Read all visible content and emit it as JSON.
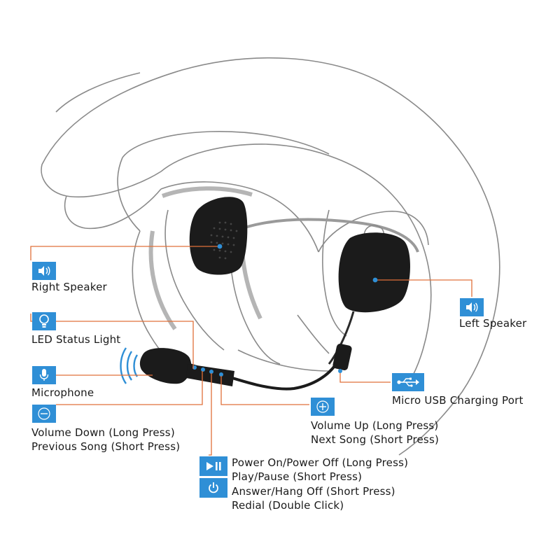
{
  "labels": {
    "right_speaker": "Right Speaker",
    "left_speaker": "Left Speaker",
    "led_status_light": "LED Status Light",
    "microphone": "Microphone",
    "micro_usb": "Micro USB Charging Port",
    "volume_down_line1": "Volume Down (Long Press)",
    "volume_down_line2": "Previous Song (Short Press)",
    "volume_up_line1": "Volume Up (Long Press)",
    "volume_up_line2": "Next Song (Short Press)",
    "power_line1": "Power On/Power Off (Long Press)",
    "power_line2": "Play/Pause (Short Press)",
    "power_line3": "Answer/Hang Off (Short Press)",
    "power_line4": "Redial (Double Click)"
  },
  "icons": {
    "right_speaker": "speaker-icon",
    "left_speaker": "speaker-icon",
    "led": "lightbulb-icon",
    "microphone": "microphone-icon",
    "usb": "usb-icon",
    "volume_down": "minus-icon",
    "volume_up": "plus-icon",
    "play_pause": "play-pause-icon",
    "power": "power-icon"
  },
  "colors": {
    "accent": "#2f8fd6",
    "leader_line": "#e0703a",
    "device": "#1b1b1b",
    "helmet_outline": "#8a8a8a"
  }
}
